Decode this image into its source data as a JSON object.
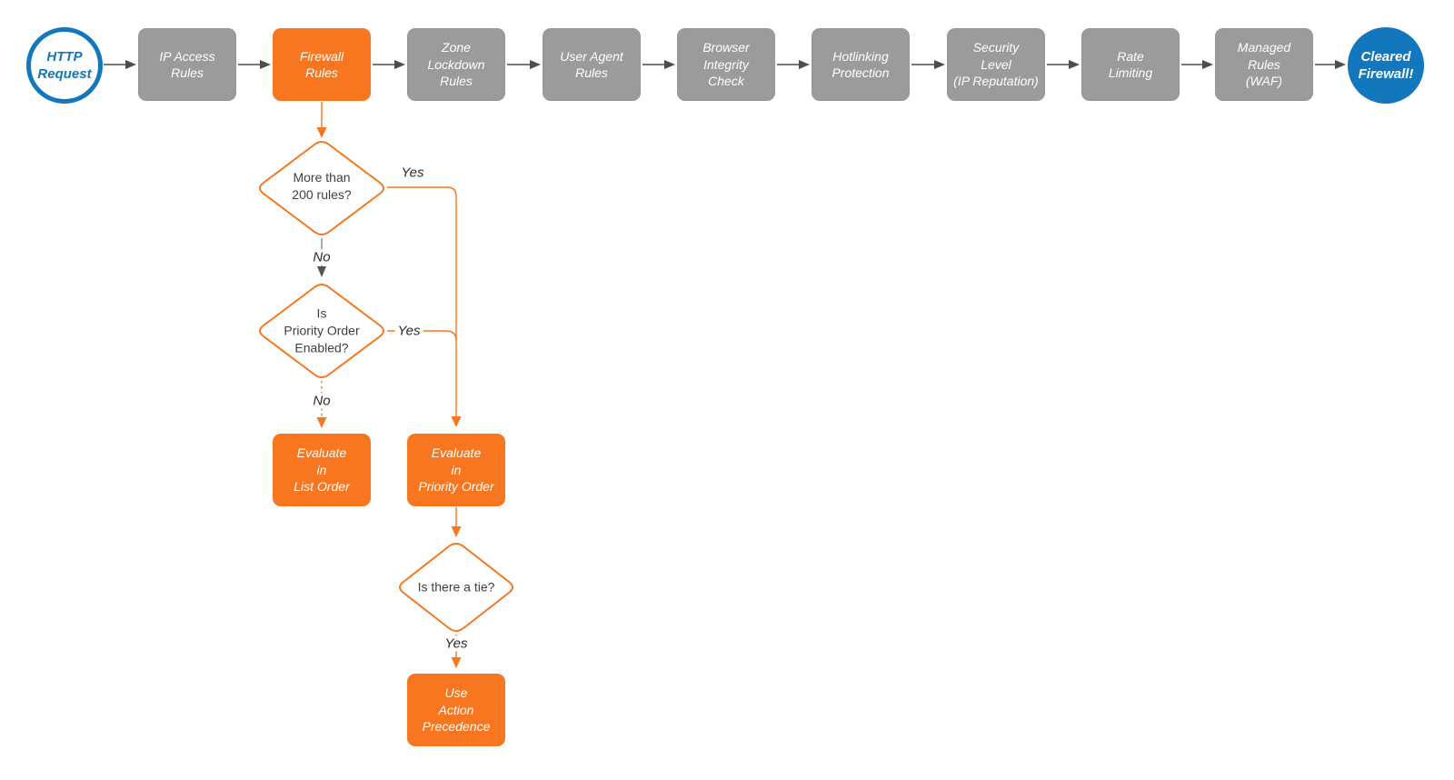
{
  "diagram": {
    "colors": {
      "orange": "#F7761F",
      "gray": "#9B9B9B",
      "blue": "#1277BD",
      "connector_dark": "#4D4D4D"
    },
    "start": {
      "label": "HTTP\nRequest"
    },
    "steps": [
      {
        "label": "IP Access\nRules"
      },
      {
        "label": "Firewall\nRules"
      },
      {
        "label": "Zone\nLockdown\nRules"
      },
      {
        "label": "User Agent\nRules"
      },
      {
        "label": "Browser\nIntegrity\nCheck"
      },
      {
        "label": "Hotlinking\nProtection"
      },
      {
        "label": "Security\nLevel\n(IP Reputation)"
      },
      {
        "label": "Rate\nLimiting"
      },
      {
        "label": "Managed\nRules\n(WAF)"
      }
    ],
    "end": {
      "label": "Cleared\nFirewall!"
    },
    "branch": {
      "decision_rule_count": {
        "question": "More than\n200 rules?",
        "yes_label": "Yes",
        "no_label": "No"
      },
      "decision_priority_enabled": {
        "question": "Is\nPriority Order\nEnabled?",
        "yes_label": "Yes",
        "no_label": "No"
      },
      "action_list_order": {
        "label": "Evaluate\nin\nList Order"
      },
      "action_priority_order": {
        "label": "Evaluate\nin\nPriority Order"
      },
      "decision_tie": {
        "question": "Is there a tie?",
        "yes_label": "Yes"
      },
      "action_precedence": {
        "label": "Use\nAction\nPrecedence"
      }
    }
  }
}
